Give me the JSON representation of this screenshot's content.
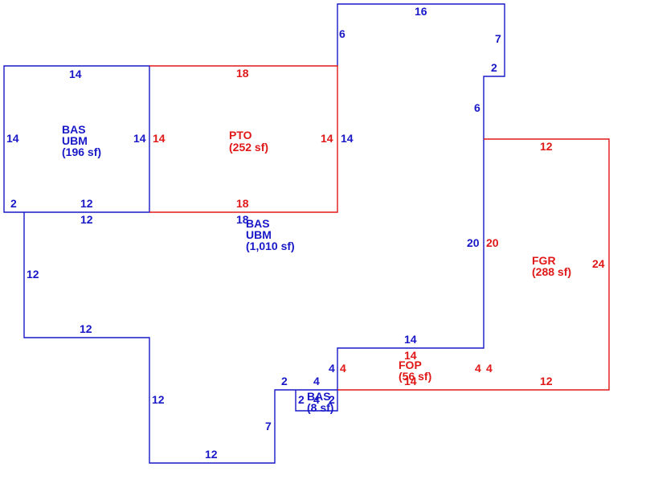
{
  "colors": {
    "blue": "#1818c8",
    "red": "#e01818"
  },
  "areas": {
    "bas_left": {
      "code": "BAS",
      "sub": "UBM",
      "area": "(196 sf)"
    },
    "pto": {
      "code": "PTO",
      "area": "(252 sf)"
    },
    "bas_main": {
      "code": "BAS",
      "sub": "UBM",
      "area": "(1,010 sf)"
    },
    "fgr": {
      "code": "FGR",
      "area": "(288 sf)"
    },
    "fop": {
      "code": "FOP",
      "area": "(56 sf)"
    },
    "bas_small": {
      "code": "BAS",
      "area": "(8 sf)"
    }
  },
  "dims": {
    "left_top": "14",
    "left_left": "14",
    "left_right": "14",
    "left_bottom": "12",
    "left_corner": "2",
    "pto_top": "18",
    "pto_left": "14",
    "pto_right": "14",
    "pto_bottom": "18",
    "main_top": "16",
    "main_6a": "6",
    "main_7": "7",
    "main_2": "2",
    "main_6b": "6",
    "main_right14": "14",
    "main_12a": "12",
    "main_12b": "12",
    "main_12c": "12",
    "main_12d": "12",
    "main_12e": "12",
    "main_7b": "7",
    "main_2b": "2",
    "main_4": "4",
    "main_4b": "4",
    "main_20": "20",
    "main_14": "14",
    "main_18": "18",
    "fgr_top": "12",
    "fgr_left": "20",
    "fgr_right": "24",
    "fgr_bottom": "12",
    "fop_top": "14",
    "fop_left": "4",
    "fop_right": "4",
    "fop_bottom": "14",
    "fop_right_b": "4",
    "small_2": "2",
    "small_4": "4",
    "small_2b": "2"
  }
}
